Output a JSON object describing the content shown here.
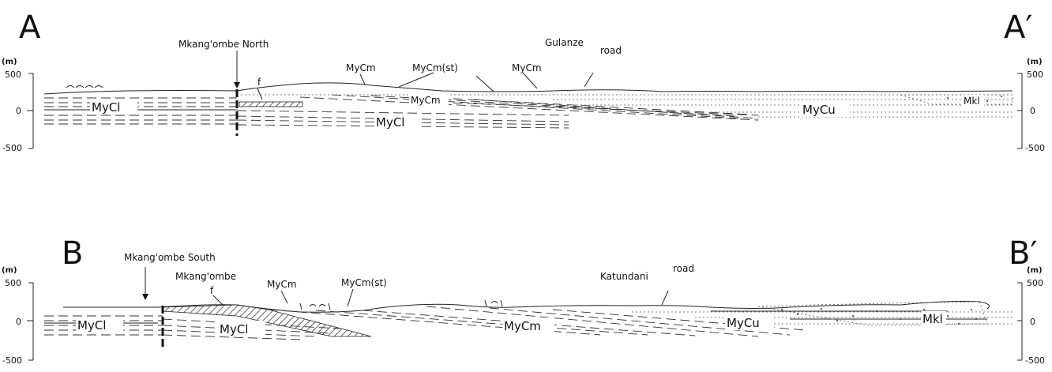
{
  "sections": [
    {
      "id": "A",
      "end_label_left": "A",
      "end_label_right": "A′",
      "axis_unit": "(m)",
      "left_ticks": [
        "500",
        "0",
        "-500"
      ],
      "right_ticks": [
        "500",
        "0",
        "-500"
      ],
      "labels": {
        "well": "Mkang'ombe North",
        "fault": "f",
        "mycm_top1": "MyCm",
        "mycm_st": "MyCm(st)",
        "mycm_top2": "MyCm",
        "place": "Gulanze",
        "road": "road",
        "mycl_left": "MyCl",
        "mycm_mid": "MyCm",
        "mycl_lower": "MyCl",
        "mycu": "MyCu",
        "mkl": "Mkl"
      }
    },
    {
      "id": "B",
      "end_label_left": "B",
      "end_label_right": "B′",
      "axis_unit": "(m)",
      "left_ticks": [
        "500",
        "0",
        "-500"
      ],
      "right_ticks": [
        "500",
        "0",
        "-500"
      ],
      "labels": {
        "well": "Mkang'ombe South",
        "place_left": "Mkang'ombe",
        "fault": "f",
        "mycm_top": "MyCm",
        "mycm_st": "MyCm(st)",
        "place": "Katundani",
        "road": "road",
        "mycl_left": "MyCl",
        "mycl_mid": "MyCl",
        "mycm_mid": "MyCm",
        "mycu": "MyCu",
        "mkl": "Mkl"
      }
    }
  ]
}
